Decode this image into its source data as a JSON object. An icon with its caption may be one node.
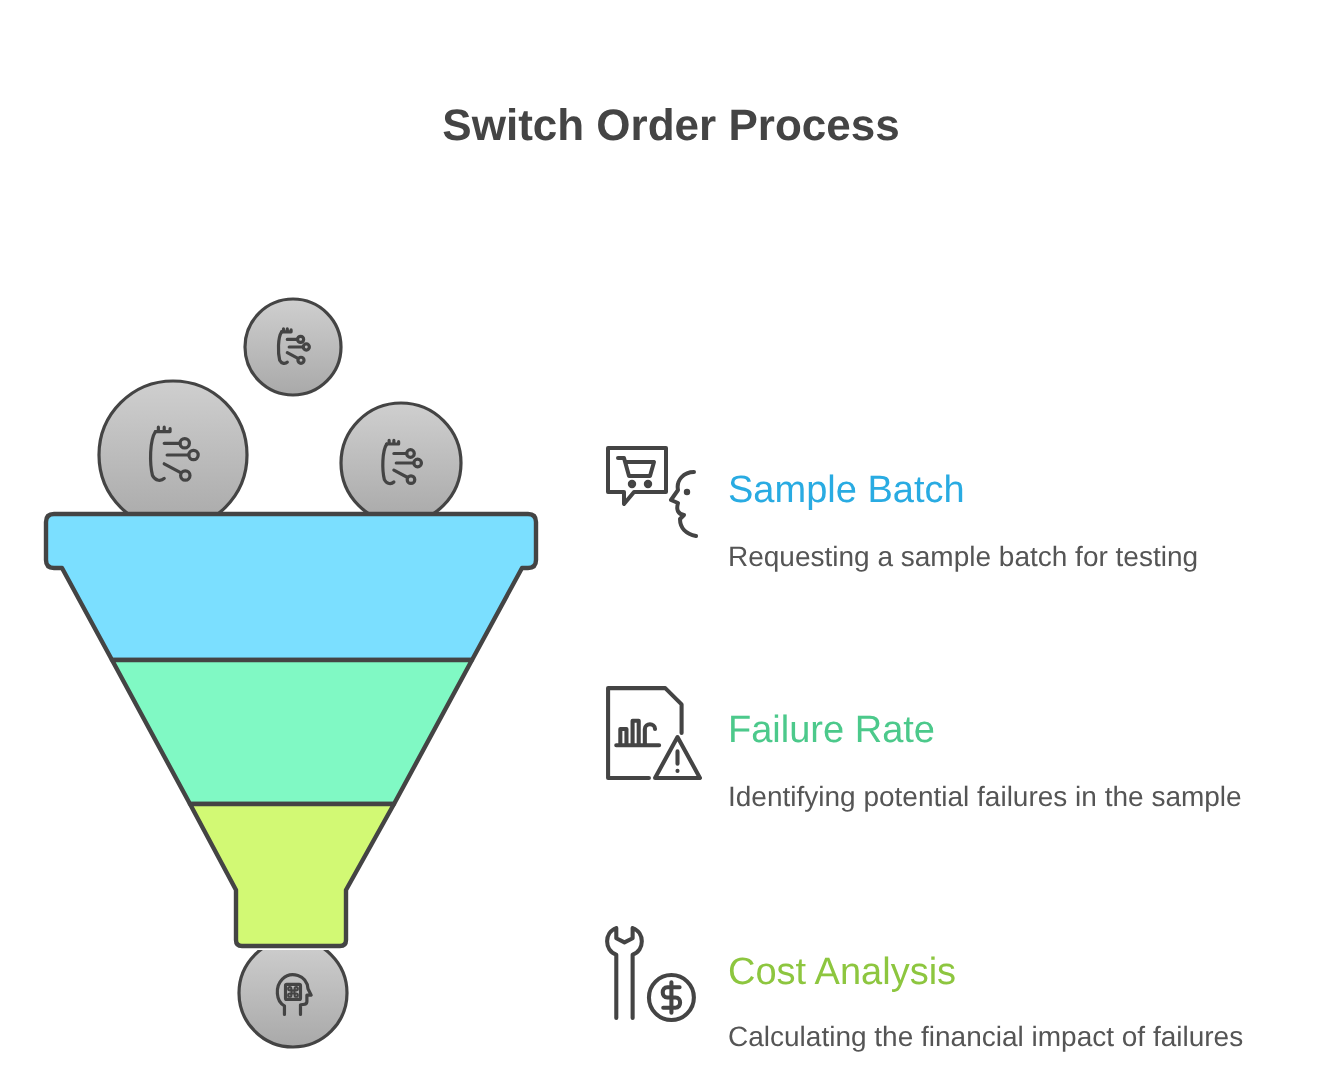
{
  "diagram": {
    "title": "Switch Order Process",
    "labels": [
      "Sample Batch",
      "Requesting a sample batch for testing",
      "Failure Rate",
      "Identifying potential failures in the sample",
      "Cost Analysis",
      "Calculating the financial impact of failures"
    ]
  }
}
